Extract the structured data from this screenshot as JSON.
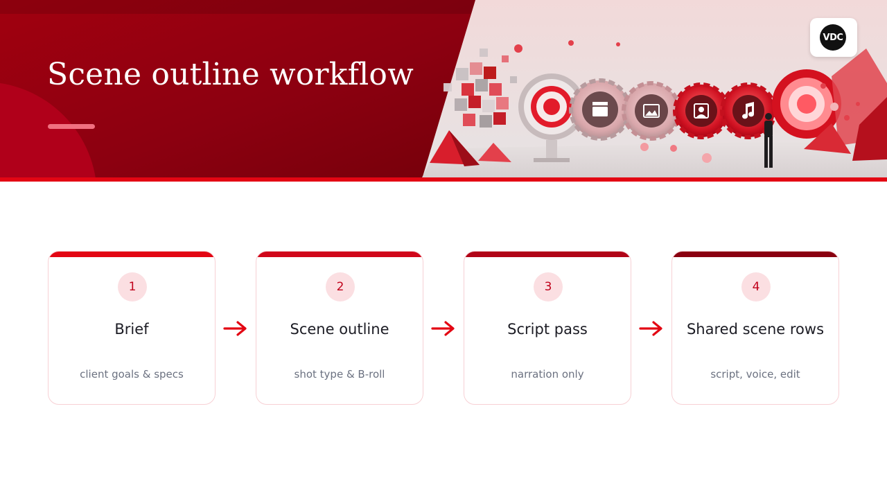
{
  "header": {
    "title": "Scene outline workflow",
    "logo_text": "VDC",
    "colors": {
      "brand_red": "#e30613",
      "panel_dark": "#8c0010",
      "accent_pink": "#f07080"
    }
  },
  "illustration": {
    "description_icons": [
      "clapperboard-icon",
      "image-icon",
      "person-icon",
      "music-note-icon"
    ]
  },
  "steps": [
    {
      "number": "1",
      "title": "Brief",
      "subtitle": "client goals & specs",
      "bar_color": "#e30613"
    },
    {
      "number": "2",
      "title": "Scene outline",
      "subtitle": "shot type & B-roll",
      "bar_color": "#d0071a"
    },
    {
      "number": "3",
      "title": "Script pass",
      "subtitle": "narration only",
      "bar_color": "#b10417"
    },
    {
      "number": "4",
      "title": "Shared scene rows",
      "subtitle": "script, voice, edit",
      "bar_color": "#8a0010"
    }
  ],
  "arrow_color": "#e30613"
}
